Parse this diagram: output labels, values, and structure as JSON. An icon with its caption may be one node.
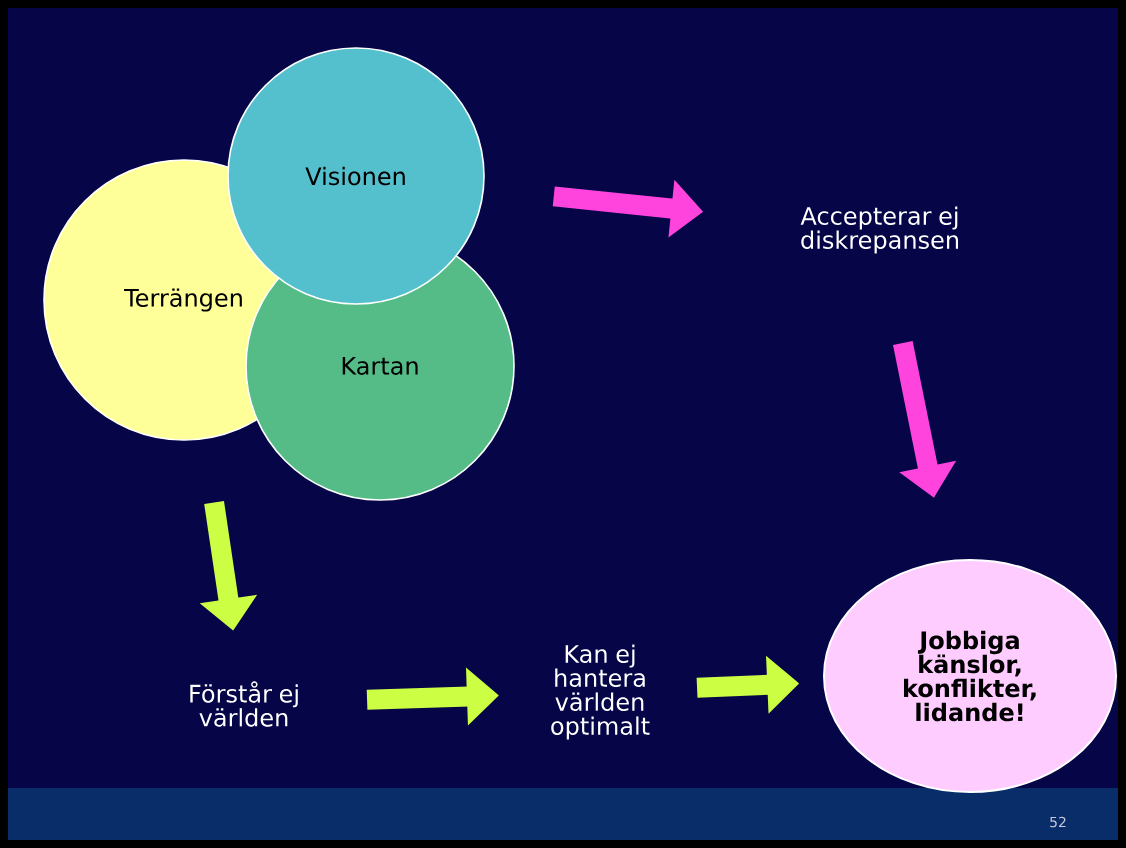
{
  "diagram": {
    "nodes": [
      {
        "text": [
          "Visionen"
        ]
      },
      {
        "text": [
          "Terrängen"
        ]
      },
      {
        "text": [
          "Kartan"
        ]
      },
      {
        "text": [
          "Accepterar ej diskrepansen"
        ]
      },
      {
        "text": [
          "Förstår ej världen"
        ]
      },
      {
        "text": [
          "Kan ej hantera världen optimalt"
        ]
      },
      {
        "text": [
          "Jobbiga känslor, konflikter, lidande!"
        ]
      }
    ],
    "edges": [
      {
        "from": 0,
        "to": 3,
        "arrow": "to",
        "color": "#ff44dd"
      },
      {
        "from": 3,
        "to": 6,
        "arrow": "to",
        "color": "#ff44dd"
      },
      {
        "from": 1,
        "to": 4,
        "arrow": "to"
      },
      {
        "from": 4,
        "to": 5,
        "arrow": "to"
      },
      {
        "from": 5,
        "to": 6,
        "arrow": "to"
      }
    ],
    "labels": [
      "52"
    ]
  }
}
